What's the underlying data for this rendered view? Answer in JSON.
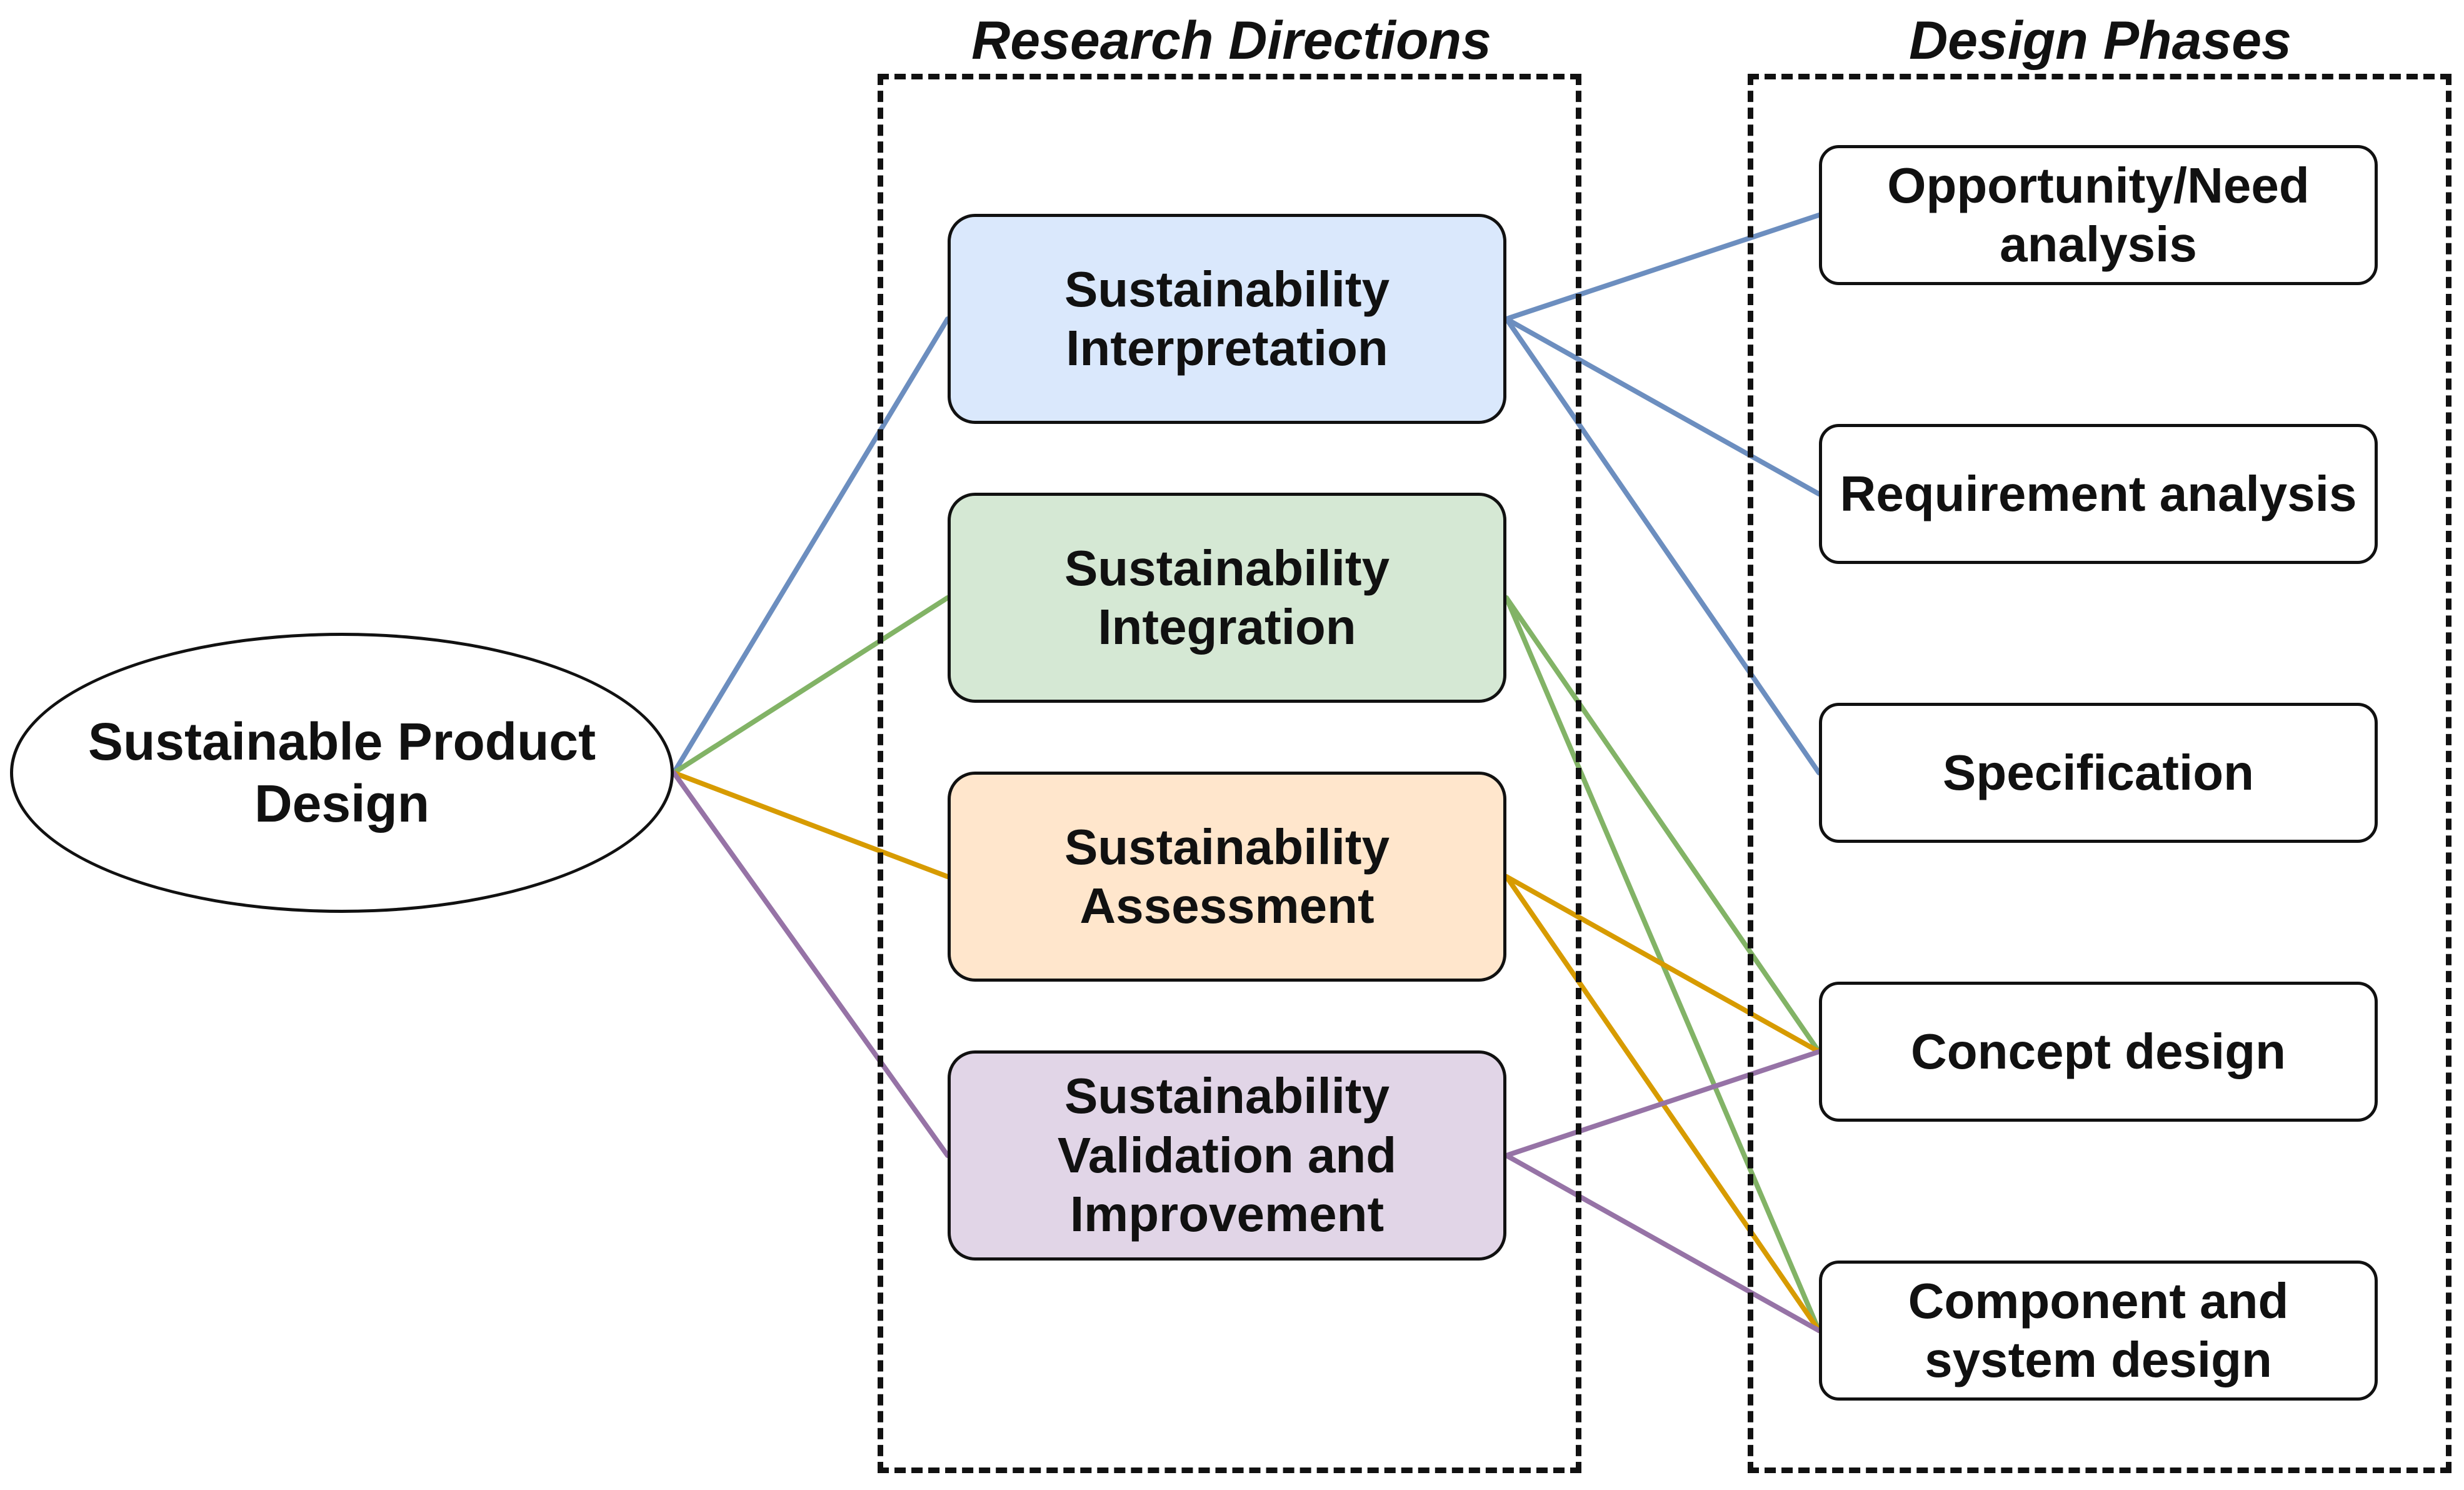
{
  "root": {
    "label": "Sustainable Product\nDesign"
  },
  "groups": {
    "directions_title": "Research Directions",
    "phases_title": "Design Phases"
  },
  "directions": [
    {
      "label": "Sustainability\nInterpretation",
      "fill": "#dae8fc",
      "line_color": "#6c8ebf"
    },
    {
      "label": "Sustainability\nIntegration",
      "fill": "#d5e8d4",
      "line_color": "#82b366"
    },
    {
      "label": "Sustainability\nAssessment",
      "fill": "#ffe6cc",
      "line_color": "#d79b00"
    },
    {
      "label": "Sustainability\nValidation and\nImprovement",
      "fill": "#e1d5e7",
      "line_color": "#9673a6"
    }
  ],
  "phases": [
    {
      "label": "Opportunity/Need\nanalysis"
    },
    {
      "label": "Requirement analysis"
    },
    {
      "label": "Specification"
    },
    {
      "label": "Concept design"
    },
    {
      "label": "Component and\nsystem design"
    }
  ],
  "links": [
    {
      "direction": 0,
      "phases": [
        0,
        1,
        2
      ]
    },
    {
      "direction": 1,
      "phases": [
        3,
        4
      ]
    },
    {
      "direction": 2,
      "phases": [
        3,
        4
      ]
    },
    {
      "direction": 3,
      "phases": [
        3,
        4
      ]
    }
  ]
}
